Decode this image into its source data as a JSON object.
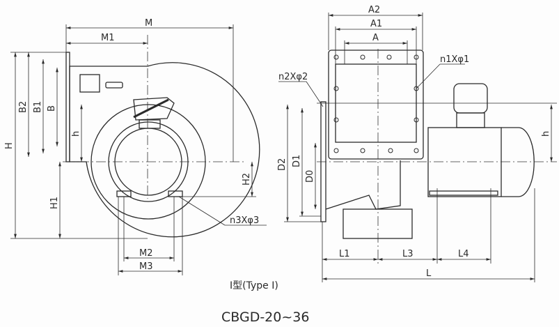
{
  "front_view": {
    "dims": {
      "M": "M",
      "M1": "M1",
      "M2": "M2",
      "M3": "M3",
      "H": "H",
      "H1": "H1",
      "H2": "H2",
      "B": "B",
      "B1": "B1",
      "B2": "B2",
      "h": "h"
    },
    "callout": "n3Xφ3"
  },
  "side_view": {
    "dims": {
      "A": "A",
      "A1": "A1",
      "A2": "A2",
      "D0": "D0",
      "D1": "D1",
      "D2": "D2",
      "L": "L",
      "L1": "L1",
      "L3": "L3",
      "L4": "L4",
      "h": "h"
    },
    "callout_top": "n1Xφ1",
    "callout_flange": "n2Xφ2"
  },
  "type_label": "I型(Type I)",
  "model_label": "CBGD-20~36"
}
